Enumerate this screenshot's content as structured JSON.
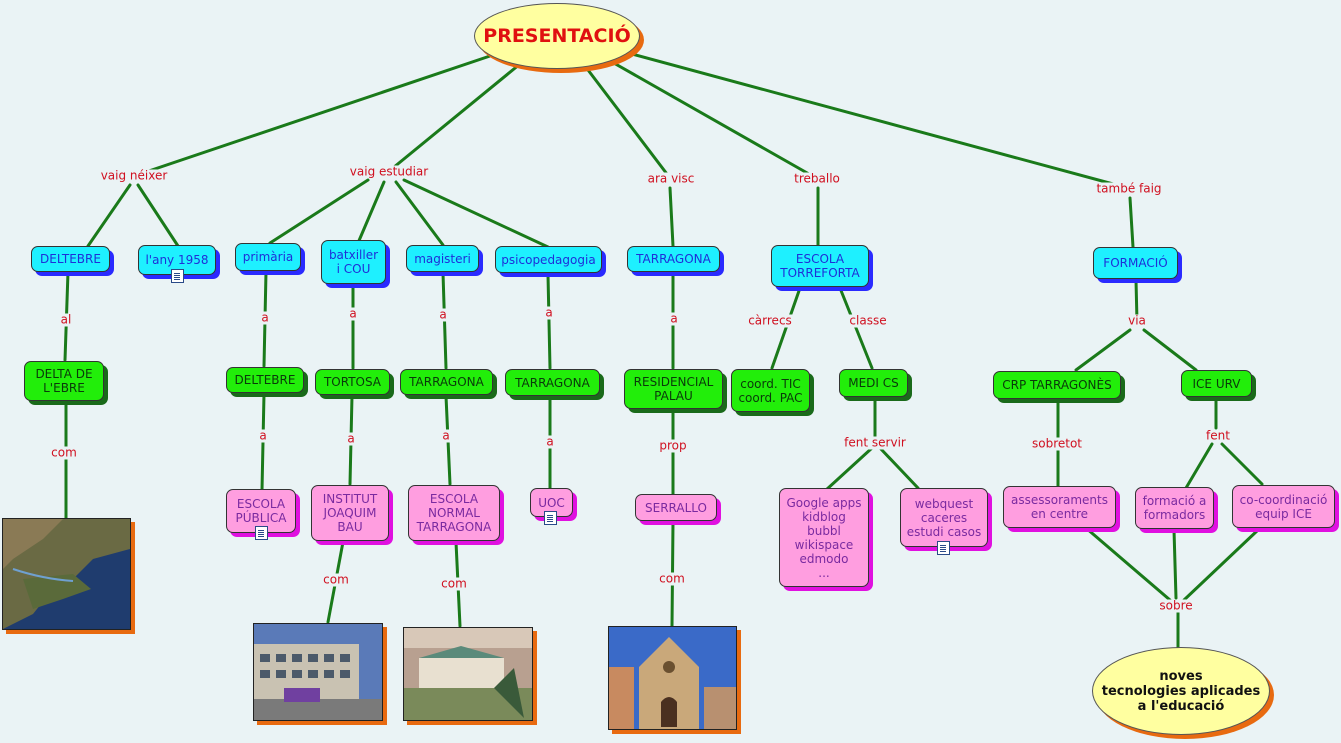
{
  "root": {
    "label": "PRESENTACIÓ"
  },
  "labels": {
    "vaig_neixer": "vaig néixer",
    "vaig_estudiar": "vaig estudiar",
    "ara_visc": "ara visc",
    "treballo": "treballo",
    "tambe_faig": "també faig",
    "al": "al",
    "com1": "com",
    "a_primaria1": "a",
    "a_primaria2": "a",
    "a_batx1": "a",
    "a_batx2": "a",
    "com_batx": "com",
    "a_mag1": "a",
    "a_mag2": "a",
    "com_mag": "com",
    "a_psico1": "a",
    "a_psico2": "a",
    "a_tarr": "a",
    "prop": "prop",
    "com_serrallo": "com",
    "carrecs": "càrrecs",
    "classe": "classe",
    "fent_servir": "fent servir",
    "via": "via",
    "sobretot": "sobretot",
    "fent": "fent",
    "sobre": "sobre"
  },
  "nodes": {
    "deltebre": "DELTEBRE",
    "any1958": "l'any 1958",
    "primaria": "primària",
    "batxiller": "batxiller\ni COU",
    "magisteri": "magisteri",
    "psicopedagogia": "psicopedagogia",
    "tarragona_live": "TARRAGONA",
    "escola_torreforta": "ESCOLA\nTORREFORTA",
    "formacio": "FORMACIÓ",
    "delta_ebre": "DELTA DE\nL'EBRE",
    "deltebre2": "DELTEBRE",
    "tortosa": "TORTOSA",
    "tarragona_mag": "TARRAGONA",
    "tarragona_psico": "TARRAGONA",
    "residencial_palau": "RESIDENCIAL\nPALAU",
    "coord": "coord. TIC\ncoord. PAC",
    "medi_cs": "MEDI CS",
    "crp": "CRP TARRAGONÈS",
    "ice_urv": "ICE URV",
    "escola_publica": "ESCOLA\nPÚBLICA",
    "institut": "INSTITUT\nJOAQUIM\nBAU",
    "escola_normal": "ESCOLA\nNORMAL\nTARRAGONA",
    "uoc": "UOC",
    "serrallo": "SERRALLO",
    "google_apps": "Google apps\nkidblog\nbubbl\nwikispace\nedmodo\n...",
    "webquest": "webquest\ncaceres\nestudi casos",
    "assessoraments": "assessoraments\nen centre",
    "formacio_formadors": "formació a\nformadors",
    "cocoordinacio": "co-coordinació\nequip ICE",
    "noves": "noves\ntecnologies aplicades\na l'educació"
  },
  "images": {
    "delta_map": "delta-map-photo",
    "institut_photo": "institut-building-photo",
    "escola_photo": "escola-normal-photo",
    "church_photo": "serrallo-church-photo"
  },
  "colors": {
    "edge": "#1a7a1a",
    "label": "#d01020",
    "cyan_node": "#1ef0ff",
    "green_node": "#22ee0a",
    "pink_node": "#ff9ee0",
    "oval": "#ffffa0"
  }
}
